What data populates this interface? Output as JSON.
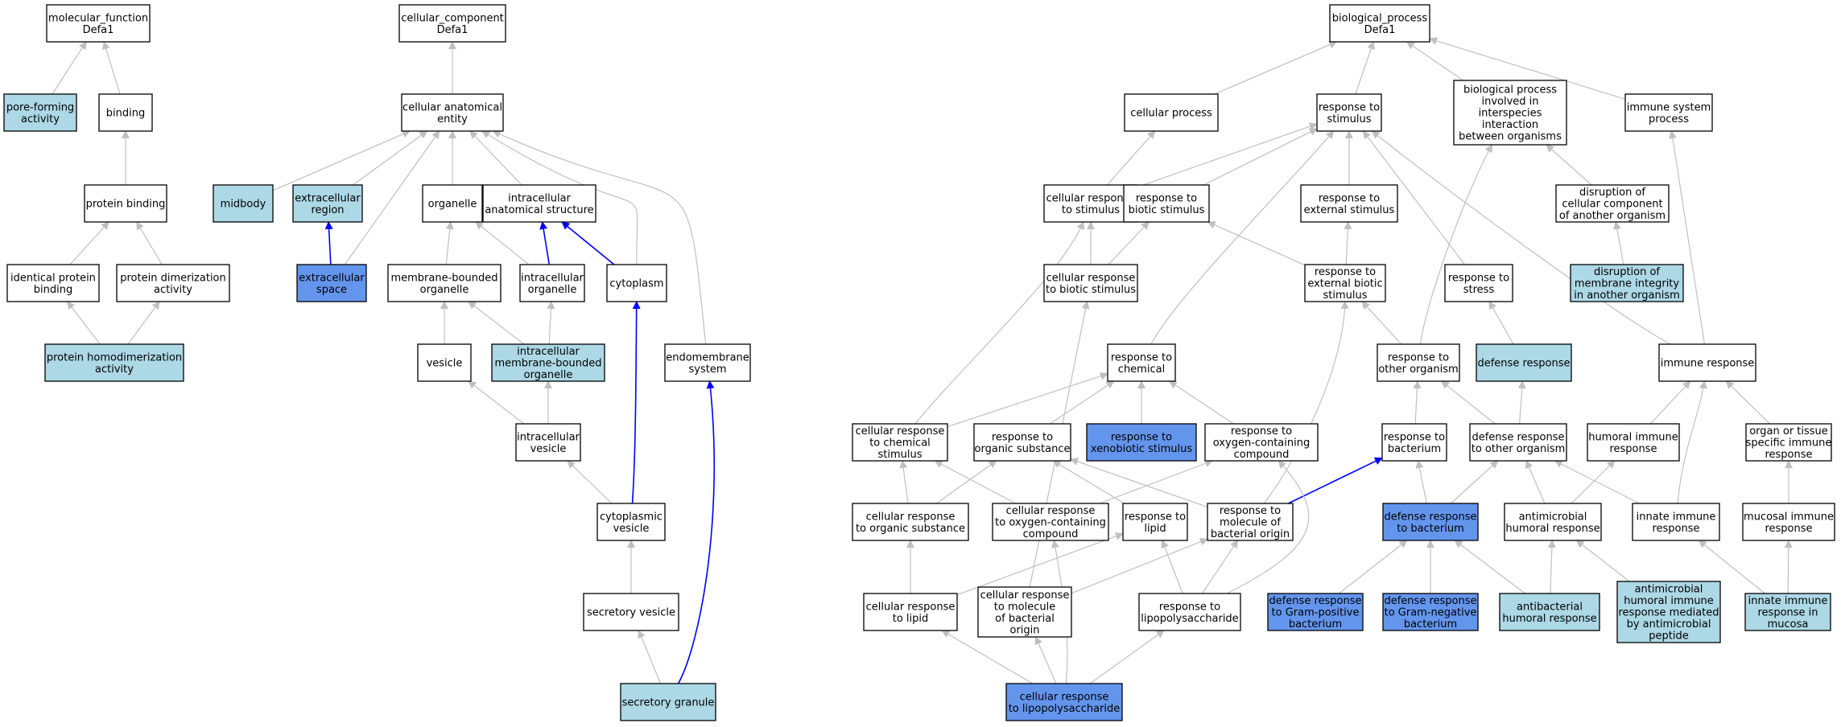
{
  "colors": {
    "plain": "#ffffff",
    "light": "#add8e6",
    "dark": "#6495ed",
    "edge_gray": "#c0c0c0",
    "edge_blue": "#0000ff",
    "border": "#000000"
  },
  "nodes": [
    {
      "id": "mf_root",
      "lines": [
        "molecular_function",
        "Defa1"
      ],
      "fill": "plain"
    },
    {
      "id": "pore",
      "lines": [
        "pore-forming",
        "activity"
      ],
      "fill": "light"
    },
    {
      "id": "binding",
      "lines": [
        "binding"
      ],
      "fill": "plain"
    },
    {
      "id": "protein_binding",
      "lines": [
        "protein binding"
      ],
      "fill": "plain"
    },
    {
      "id": "identical",
      "lines": [
        "identical protein",
        "binding"
      ],
      "fill": "plain"
    },
    {
      "id": "dimer",
      "lines": [
        "protein dimerization",
        "activity"
      ],
      "fill": "plain"
    },
    {
      "id": "homodimer",
      "lines": [
        "protein homodimerization",
        "activity"
      ],
      "fill": "light"
    },
    {
      "id": "cc_root",
      "lines": [
        "cellular_component",
        "Defa1"
      ],
      "fill": "plain"
    },
    {
      "id": "cae",
      "lines": [
        "cellular anatomical",
        "entity"
      ],
      "fill": "plain"
    },
    {
      "id": "midbody",
      "lines": [
        "midbody"
      ],
      "fill": "light"
    },
    {
      "id": "extreg",
      "lines": [
        "extracellular",
        "region"
      ],
      "fill": "light"
    },
    {
      "id": "organelle",
      "lines": [
        "organelle"
      ],
      "fill": "plain"
    },
    {
      "id": "ias",
      "lines": [
        "intracellular",
        "anatomical structure"
      ],
      "fill": "plain"
    },
    {
      "id": "extspace",
      "lines": [
        "extracellular",
        "space"
      ],
      "fill": "dark"
    },
    {
      "id": "mbo",
      "lines": [
        "membrane-bounded",
        "organelle"
      ],
      "fill": "plain"
    },
    {
      "id": "io",
      "lines": [
        "intracellular",
        "organelle"
      ],
      "fill": "plain"
    },
    {
      "id": "cytoplasm",
      "lines": [
        "cytoplasm"
      ],
      "fill": "plain"
    },
    {
      "id": "vesicle",
      "lines": [
        "vesicle"
      ],
      "fill": "plain"
    },
    {
      "id": "imbo",
      "lines": [
        "intracellular",
        "membrane-bounded",
        "organelle"
      ],
      "fill": "light"
    },
    {
      "id": "endomem",
      "lines": [
        "endomembrane",
        "system"
      ],
      "fill": "plain"
    },
    {
      "id": "iv",
      "lines": [
        "intracellular",
        "vesicle"
      ],
      "fill": "plain"
    },
    {
      "id": "cytves",
      "lines": [
        "cytoplasmic",
        "vesicle"
      ],
      "fill": "plain"
    },
    {
      "id": "secves",
      "lines": [
        "secretory vesicle"
      ],
      "fill": "plain"
    },
    {
      "id": "secgran",
      "lines": [
        "secretory granule"
      ],
      "fill": "light"
    },
    {
      "id": "bp_root",
      "lines": [
        "biological_process",
        "Defa1"
      ],
      "fill": "plain"
    },
    {
      "id": "cellproc",
      "lines": [
        "cellular process"
      ],
      "fill": "plain"
    },
    {
      "id": "rts",
      "lines": [
        "response to",
        "stimulus"
      ],
      "fill": "plain"
    },
    {
      "id": "bpinter",
      "lines": [
        "biological process",
        "involved in",
        "interspecies",
        "interaction",
        "between organisms"
      ],
      "fill": "plain"
    },
    {
      "id": "immsys",
      "lines": [
        "immune system",
        "process"
      ],
      "fill": "plain"
    },
    {
      "id": "crts",
      "lines": [
        "cellular response",
        "to stimulus"
      ],
      "fill": "plain"
    },
    {
      "id": "rtbs",
      "lines": [
        "response to",
        "biotic stimulus"
      ],
      "fill": "plain"
    },
    {
      "id": "rtes",
      "lines": [
        "response to",
        "external stimulus"
      ],
      "fill": "plain"
    },
    {
      "id": "disrupt",
      "lines": [
        "disruption of",
        "cellular component",
        "of another organism"
      ],
      "fill": "plain"
    },
    {
      "id": "crtbs",
      "lines": [
        "cellular response",
        "to biotic stimulus"
      ],
      "fill": "plain"
    },
    {
      "id": "rtebs",
      "lines": [
        "response to",
        "external biotic",
        "stimulus"
      ],
      "fill": "plain"
    },
    {
      "id": "rtstress",
      "lines": [
        "response to",
        "stress"
      ],
      "fill": "plain"
    },
    {
      "id": "dmi",
      "lines": [
        "disruption of",
        "membrane integrity",
        "in another organism"
      ],
      "fill": "light"
    },
    {
      "id": "rtchem",
      "lines": [
        "response to",
        "chemical"
      ],
      "fill": "plain"
    },
    {
      "id": "rtoo",
      "lines": [
        "response to",
        "other organism"
      ],
      "fill": "plain"
    },
    {
      "id": "defresp",
      "lines": [
        "defense response"
      ],
      "fill": "light"
    },
    {
      "id": "immresp",
      "lines": [
        "immune response"
      ],
      "fill": "plain"
    },
    {
      "id": "crtcs",
      "lines": [
        "cellular response",
        "to chemical",
        "stimulus"
      ],
      "fill": "plain"
    },
    {
      "id": "rtos",
      "lines": [
        "response to",
        "organic substance"
      ],
      "fill": "plain"
    },
    {
      "id": "rtxs",
      "lines": [
        "response to",
        "xenobiotic stimulus"
      ],
      "fill": "dark"
    },
    {
      "id": "rtocc",
      "lines": [
        "response to",
        "oxygen-containing",
        "compound"
      ],
      "fill": "plain"
    },
    {
      "id": "rtbact",
      "lines": [
        "response to",
        "bacterium"
      ],
      "fill": "plain"
    },
    {
      "id": "drtoo",
      "lines": [
        "defense response",
        "to other organism"
      ],
      "fill": "plain"
    },
    {
      "id": "humimm",
      "lines": [
        "humoral immune",
        "response"
      ],
      "fill": "plain"
    },
    {
      "id": "organimm",
      "lines": [
        "organ or tissue",
        "specific immune",
        "response"
      ],
      "fill": "plain"
    },
    {
      "id": "crtos",
      "lines": [
        "cellular response",
        "to organic substance"
      ],
      "fill": "plain"
    },
    {
      "id": "crtocc",
      "lines": [
        "cellular response",
        "to oxygen-containing",
        "compound"
      ],
      "fill": "plain"
    },
    {
      "id": "rtlipid",
      "lines": [
        "response to",
        "lipid"
      ],
      "fill": "plain"
    },
    {
      "id": "rtmbo",
      "lines": [
        "response to",
        "molecule of",
        "bacterial origin"
      ],
      "fill": "plain"
    },
    {
      "id": "drtb",
      "lines": [
        "defense response",
        "to bacterium"
      ],
      "fill": "dark"
    },
    {
      "id": "amhr",
      "lines": [
        "antimicrobial",
        "humoral response"
      ],
      "fill": "plain"
    },
    {
      "id": "innate",
      "lines": [
        "innate immune",
        "response"
      ],
      "fill": "plain"
    },
    {
      "id": "mucosal",
      "lines": [
        "mucosal immune",
        "response"
      ],
      "fill": "plain"
    },
    {
      "id": "crtl",
      "lines": [
        "cellular response",
        "to lipid"
      ],
      "fill": "plain"
    },
    {
      "id": "crtmbo",
      "lines": [
        "cellular response",
        "to molecule",
        "of bacterial",
        "origin"
      ],
      "fill": "plain"
    },
    {
      "id": "rtlps",
      "lines": [
        "response to",
        "lipopolysaccharide"
      ],
      "fill": "plain"
    },
    {
      "id": "drgp",
      "lines": [
        "defense response",
        "to Gram-positive",
        "bacterium"
      ],
      "fill": "dark"
    },
    {
      "id": "drgn",
      "lines": [
        "defense response",
        "to Gram-negative",
        "bacterium"
      ],
      "fill": "dark"
    },
    {
      "id": "antibact",
      "lines": [
        "antibacterial",
        "humoral response"
      ],
      "fill": "light"
    },
    {
      "id": "amhrap",
      "lines": [
        "antimicrobial",
        "humoral immune",
        "response mediated",
        "by antimicrobial",
        "peptide"
      ],
      "fill": "light"
    },
    {
      "id": "innmuc",
      "lines": [
        "innate immune",
        "response in",
        "mucosa"
      ],
      "fill": "light"
    },
    {
      "id": "crlps",
      "lines": [
        "cellular response",
        "to lipopolysaccharide"
      ],
      "fill": "dark"
    }
  ],
  "edges": [
    {
      "from": "pore",
      "to": "mf_root",
      "color": "gray"
    },
    {
      "from": "binding",
      "to": "mf_root",
      "color": "gray"
    },
    {
      "from": "protein_binding",
      "to": "binding",
      "color": "gray"
    },
    {
      "from": "identical",
      "to": "protein_binding",
      "color": "gray"
    },
    {
      "from": "dimer",
      "to": "protein_binding",
      "color": "gray"
    },
    {
      "from": "homodimer",
      "to": "identical",
      "color": "gray"
    },
    {
      "from": "homodimer",
      "to": "dimer",
      "color": "gray"
    },
    {
      "from": "cae",
      "to": "cc_root",
      "color": "gray"
    },
    {
      "from": "midbody",
      "to": "cae",
      "color": "gray"
    },
    {
      "from": "extreg",
      "to": "cae",
      "color": "gray"
    },
    {
      "from": "organelle",
      "to": "cae",
      "color": "gray"
    },
    {
      "from": "ias",
      "to": "cae",
      "color": "gray"
    },
    {
      "from": "extspace",
      "to": "cae",
      "color": "gray"
    },
    {
      "from": "cytoplasm",
      "to": "cae",
      "color": "gray"
    },
    {
      "from": "endomem",
      "to": "cae",
      "color": "gray"
    },
    {
      "from": "extspace",
      "to": "extreg",
      "color": "blue"
    },
    {
      "from": "mbo",
      "to": "organelle",
      "color": "gray"
    },
    {
      "from": "io",
      "to": "organelle",
      "color": "gray"
    },
    {
      "from": "io",
      "to": "ias",
      "color": "blue"
    },
    {
      "from": "cytoplasm",
      "to": "ias",
      "color": "blue"
    },
    {
      "from": "vesicle",
      "to": "mbo",
      "color": "gray"
    },
    {
      "from": "imbo",
      "to": "mbo",
      "color": "gray"
    },
    {
      "from": "imbo",
      "to": "io",
      "color": "gray"
    },
    {
      "from": "iv",
      "to": "vesicle",
      "color": "gray"
    },
    {
      "from": "iv",
      "to": "imbo",
      "color": "gray"
    },
    {
      "from": "cytves",
      "to": "iv",
      "color": "gray"
    },
    {
      "from": "cytves",
      "to": "cytoplasm",
      "color": "blue"
    },
    {
      "from": "secves",
      "to": "cytves",
      "color": "gray"
    },
    {
      "from": "secgran",
      "to": "secves",
      "color": "gray"
    },
    {
      "from": "secgran",
      "to": "endomem",
      "color": "blue"
    },
    {
      "from": "cellproc",
      "to": "bp_root",
      "color": "gray"
    },
    {
      "from": "rts",
      "to": "bp_root",
      "color": "gray"
    },
    {
      "from": "bpinter",
      "to": "bp_root",
      "color": "gray"
    },
    {
      "from": "immsys",
      "to": "bp_root",
      "color": "gray"
    },
    {
      "from": "crts",
      "to": "cellproc",
      "color": "gray"
    },
    {
      "from": "crts",
      "to": "rts",
      "color": "gray"
    },
    {
      "from": "rtbs",
      "to": "rts",
      "color": "gray"
    },
    {
      "from": "rtes",
      "to": "rts",
      "color": "gray"
    },
    {
      "from": "rtstress",
      "to": "rts",
      "color": "gray"
    },
    {
      "from": "rtchem",
      "to": "rts",
      "color": "gray"
    },
    {
      "from": "immresp",
      "to": "rts",
      "color": "gray"
    },
    {
      "from": "disrupt",
      "to": "bpinter",
      "color": "gray"
    },
    {
      "from": "rtoo",
      "to": "bpinter",
      "color": "gray"
    },
    {
      "from": "immresp",
      "to": "immsys",
      "color": "gray"
    },
    {
      "from": "crtbs",
      "to": "crts",
      "color": "gray"
    },
    {
      "from": "crtbs",
      "to": "rtbs",
      "color": "gray"
    },
    {
      "from": "rtebs",
      "to": "rtbs",
      "color": "gray"
    },
    {
      "from": "rtebs",
      "to": "rtes",
      "color": "gray"
    },
    {
      "from": "dmi",
      "to": "disrupt",
      "color": "gray"
    },
    {
      "from": "rtoo",
      "to": "rtebs",
      "color": "gray"
    },
    {
      "from": "defresp",
      "to": "rtstress",
      "color": "gray"
    },
    {
      "from": "crtcs",
      "to": "crts",
      "color": "gray"
    },
    {
      "from": "crtcs",
      "to": "rtchem",
      "color": "gray"
    },
    {
      "from": "rtos",
      "to": "rtchem",
      "color": "gray"
    },
    {
      "from": "rtxs",
      "to": "rtchem",
      "color": "gray"
    },
    {
      "from": "rtocc",
      "to": "rtchem",
      "color": "gray"
    },
    {
      "from": "rtbact",
      "to": "rtoo",
      "color": "gray"
    },
    {
      "from": "drtoo",
      "to": "rtoo",
      "color": "gray"
    },
    {
      "from": "drtoo",
      "to": "defresp",
      "color": "gray"
    },
    {
      "from": "humimm",
      "to": "immresp",
      "color": "gray"
    },
    {
      "from": "organimm",
      "to": "immresp",
      "color": "gray"
    },
    {
      "from": "innate",
      "to": "immresp",
      "color": "gray"
    },
    {
      "from": "crtos",
      "to": "crtcs",
      "color": "gray"
    },
    {
      "from": "crtos",
      "to": "rtos",
      "color": "gray"
    },
    {
      "from": "crtocc",
      "to": "crtcs",
      "color": "gray"
    },
    {
      "from": "crtocc",
      "to": "rtocc",
      "color": "gray"
    },
    {
      "from": "rtlipid",
      "to": "rtos",
      "color": "gray"
    },
    {
      "from": "rtmbo",
      "to": "rtos",
      "color": "gray"
    },
    {
      "from": "rtmbo",
      "to": "rtebs",
      "color": "gray"
    },
    {
      "from": "rtmbo",
      "to": "rtbact",
      "color": "blue"
    },
    {
      "from": "drtb",
      "to": "rtbact",
      "color": "gray"
    },
    {
      "from": "drtb",
      "to": "drtoo",
      "color": "gray"
    },
    {
      "from": "amhr",
      "to": "drtoo",
      "color": "gray"
    },
    {
      "from": "amhr",
      "to": "humimm",
      "color": "gray"
    },
    {
      "from": "innate",
      "to": "drtoo",
      "color": "gray"
    },
    {
      "from": "mucosal",
      "to": "organimm",
      "color": "gray"
    },
    {
      "from": "crtl",
      "to": "crtos",
      "color": "gray"
    },
    {
      "from": "crtl",
      "to": "rtlipid",
      "color": "gray"
    },
    {
      "from": "crtmbo",
      "to": "rtmbo",
      "color": "gray"
    },
    {
      "from": "crtmbo",
      "to": "crtbs",
      "color": "gray"
    },
    {
      "from": "rtlps",
      "to": "rtlipid",
      "color": "gray"
    },
    {
      "from": "rtlps",
      "to": "rtmbo",
      "color": "gray"
    },
    {
      "from": "rtlps",
      "to": "rtocc",
      "color": "gray"
    },
    {
      "from": "drgp",
      "to": "drtb",
      "color": "gray"
    },
    {
      "from": "drgn",
      "to": "drtb",
      "color": "gray"
    },
    {
      "from": "antibact",
      "to": "drtb",
      "color": "gray"
    },
    {
      "from": "antibact",
      "to": "amhr",
      "color": "gray"
    },
    {
      "from": "amhrap",
      "to": "amhr",
      "color": "gray"
    },
    {
      "from": "innmuc",
      "to": "innate",
      "color": "gray"
    },
    {
      "from": "innmuc",
      "to": "mucosal",
      "color": "gray"
    },
    {
      "from": "crlps",
      "to": "crtl",
      "color": "gray"
    },
    {
      "from": "crlps",
      "to": "crtmbo",
      "color": "gray"
    },
    {
      "from": "crlps",
      "to": "rtlps",
      "color": "gray"
    },
    {
      "from": "crlps",
      "to": "crtocc",
      "color": "gray"
    }
  ]
}
